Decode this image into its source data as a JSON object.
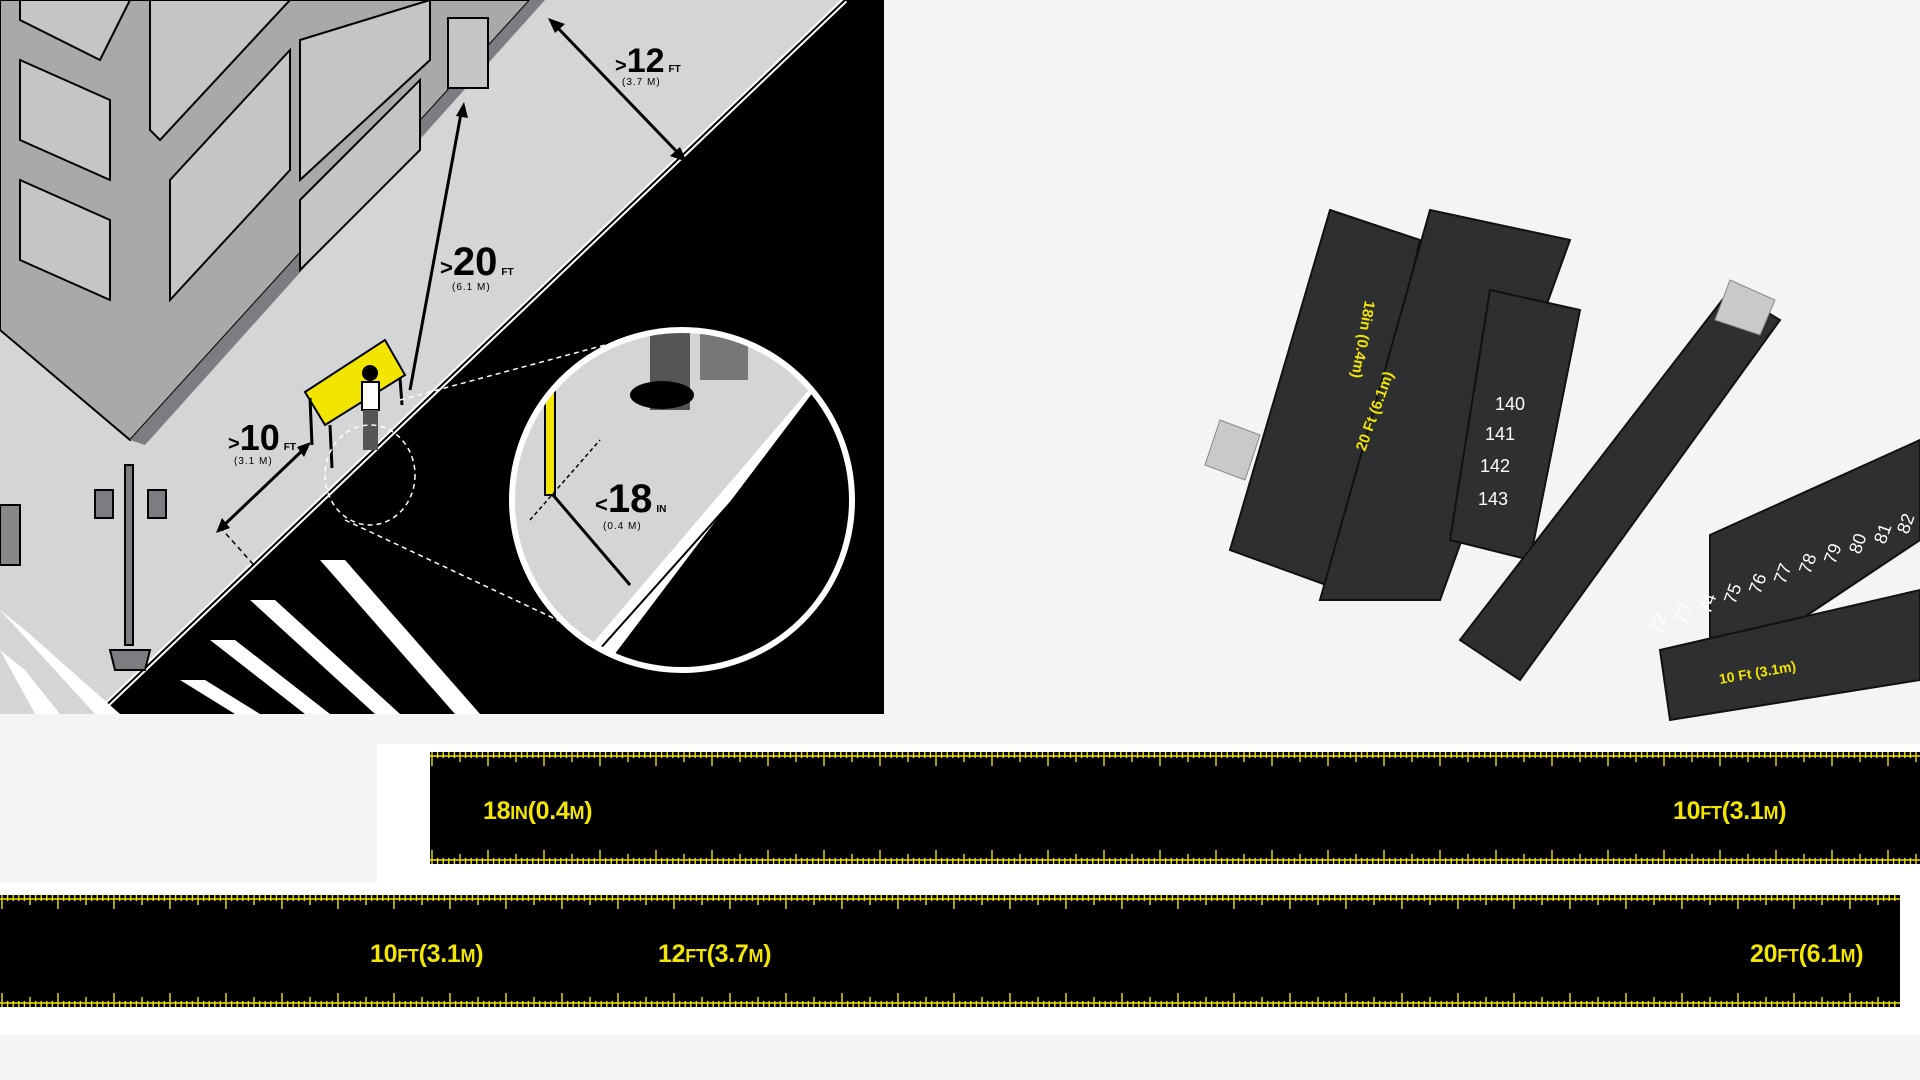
{
  "colors": {
    "accent": "#f2e500",
    "tape": "#000000",
    "sidewalk": "#d4d5d7",
    "building": "#a8a9ab",
    "background": "#f3f4f6"
  },
  "illustration": {
    "dim_building_setback": {
      "prefix": ">",
      "value": "12",
      "unit": "FT",
      "metric": "(3.7 M)"
    },
    "dim_table_to_door": {
      "prefix": ">",
      "value": "20",
      "unit": "FT",
      "metric": "(6.1 M)"
    },
    "dim_table_to_corner": {
      "prefix": ">",
      "value": "10",
      "unit": "FT",
      "metric": "(3.1 M)"
    },
    "dim_table_to_curb": {
      "prefix": "<",
      "value": "18",
      "unit": "IN",
      "metric": "(0.4 M)"
    }
  },
  "tape_photo": {
    "label_18in": "18in (0.4m)",
    "label_20ft": "20 Ft (6.1m)",
    "label_10ft": "10 Ft (3.1m)",
    "numbers_top": [
      "141",
      "142",
      "143",
      "140"
    ],
    "numbers_bottom": [
      "72",
      "73",
      "74",
      "75",
      "76",
      "77",
      "78",
      "79",
      "80",
      "81",
      "82"
    ]
  },
  "tape_strip_1": {
    "marks": [
      {
        "value": "18",
        "unit": "IN",
        "metric": "(0.4",
        "metric_unit": "M",
        "close": ")"
      },
      {
        "value": "10",
        "unit": "FT",
        "metric": "(3.1",
        "metric_unit": "M",
        "close": ")"
      }
    ]
  },
  "tape_strip_2": {
    "marks": [
      {
        "value": "10",
        "unit": "FT",
        "metric": "(3.1",
        "metric_unit": "M",
        "close": ")"
      },
      {
        "value": "12",
        "unit": "FT",
        "metric": "(3.7",
        "metric_unit": "M",
        "close": ")"
      },
      {
        "value": "20",
        "unit": "FT",
        "metric": "(6.1",
        "metric_unit": "M",
        "close": ")"
      }
    ]
  }
}
